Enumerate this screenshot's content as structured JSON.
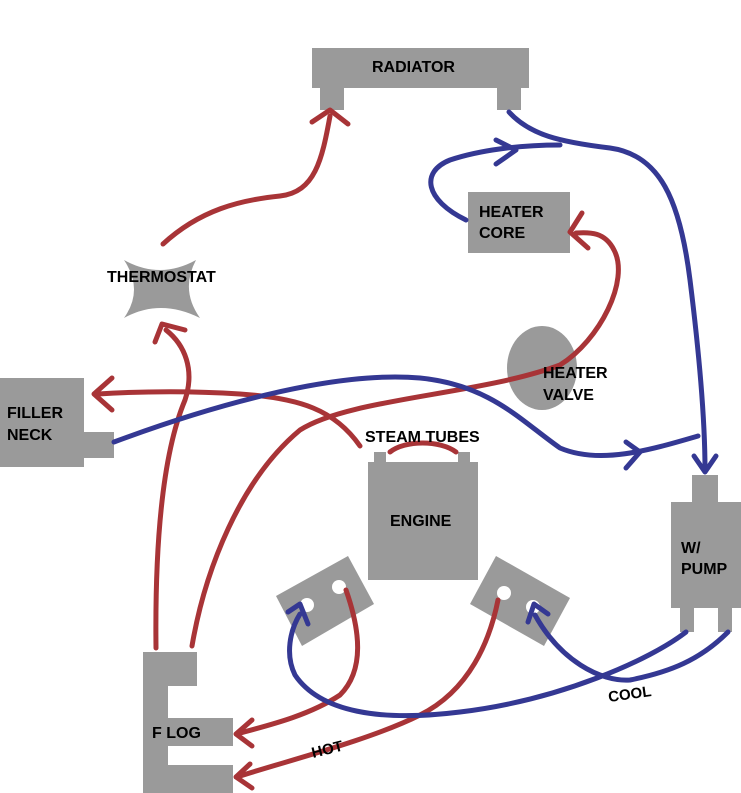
{
  "labels": {
    "radiator": "RADIATOR",
    "heater_core_1": "HEATER",
    "heater_core_2": "CORE",
    "thermostat": "THERMOSTAT",
    "filler_neck_1": "FILLER",
    "filler_neck_2": "NECK",
    "heater_valve_1": "HEATER",
    "heater_valve_2": "VALVE",
    "steam_tubes": "STEAM TUBES",
    "engine": "ENGINE",
    "pump_1": "W/",
    "pump_2": "PUMP",
    "f_log": "F LOG",
    "hot": "HOT",
    "cool": "COOL"
  },
  "colors": {
    "hot_line": "#a83437",
    "cool_line": "#343893",
    "component": "#9a9a9a"
  }
}
